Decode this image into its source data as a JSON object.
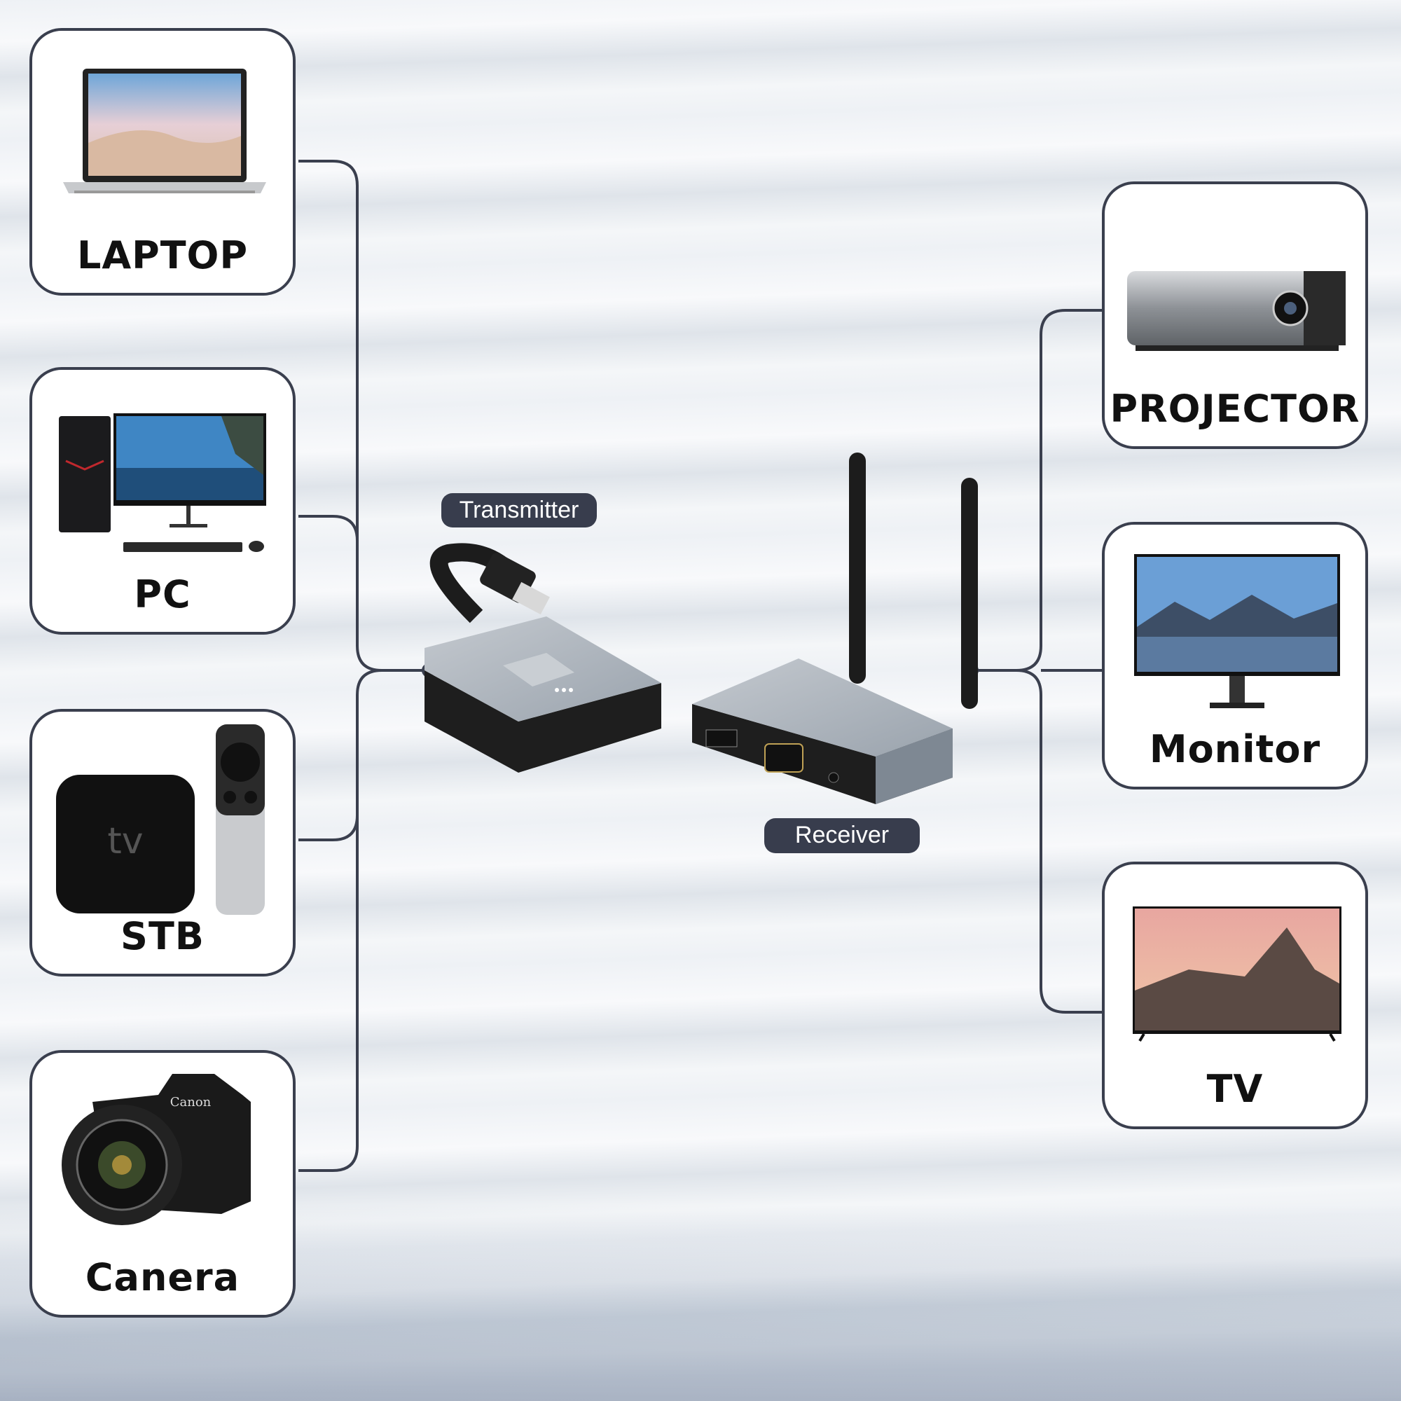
{
  "sources": [
    {
      "label": "LAPTOP",
      "icon": "laptop-icon"
    },
    {
      "label": "PC",
      "icon": "desktop-pc-icon"
    },
    {
      "label": "STB",
      "icon": "apple-tv-box-icon",
      "logo_text": "tv"
    },
    {
      "label": "Canera",
      "icon": "camera-icon",
      "logo_text": "Canon"
    }
  ],
  "displays": [
    {
      "label": "PROJECTOR",
      "icon": "projector-icon"
    },
    {
      "label": "Monitor",
      "icon": "monitor-icon"
    },
    {
      "label": "TV",
      "icon": "tv-icon"
    }
  ],
  "center": {
    "transmitter_label": "Transmitter",
    "receiver_label": "Receiver"
  },
  "colors": {
    "line": "#3a3f4e",
    "pill": "#383d4d",
    "device_body": "#8f99a6"
  }
}
